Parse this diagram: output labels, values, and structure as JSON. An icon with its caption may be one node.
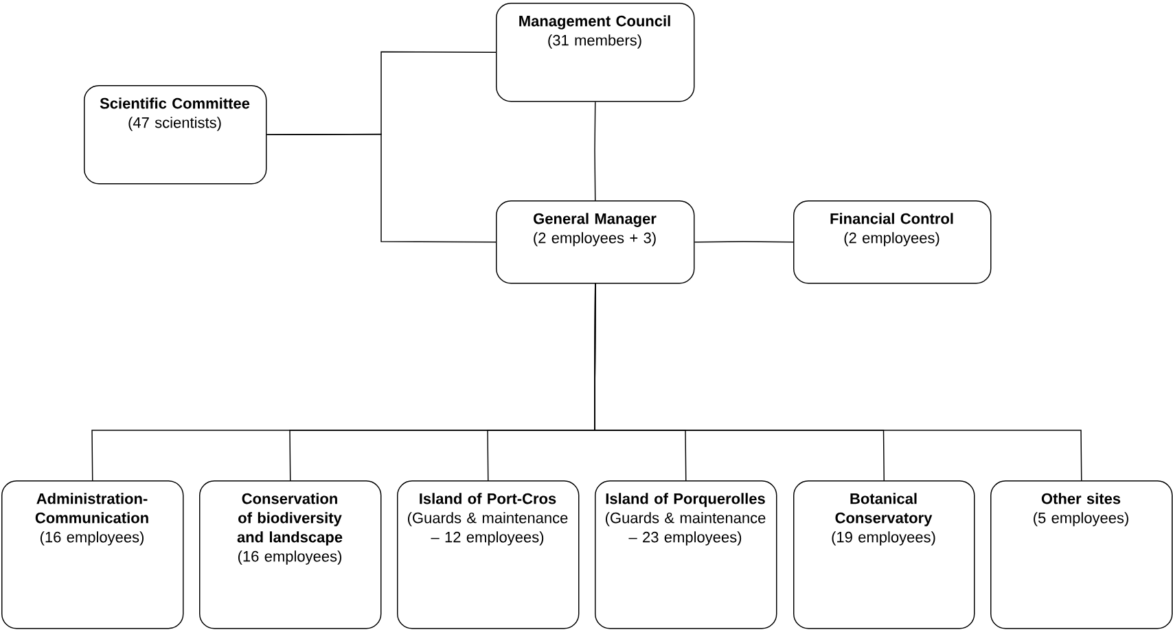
{
  "diagram": {
    "nodes": [
      {
        "text": [
          "Management Council",
          "(31 members)"
        ]
      },
      {
        "text": [
          "Scientific Committee",
          "(47 scientists)"
        ]
      },
      {
        "text": [
          "General Manager",
          "(2 employees + 3)"
        ]
      },
      {
        "text": [
          "Financial Control",
          "(2 employees)"
        ]
      },
      {
        "text": [
          "Administration-Communication",
          "(16 employees)"
        ]
      },
      {
        "text": [
          "Conservation of biodiversity and landscape",
          "(16 employees)"
        ]
      },
      {
        "text": [
          "Island of Port-Cros",
          "(Guards & maintenance – 12 employees)"
        ]
      },
      {
        "text": [
          "Island of Porquerolles",
          "(Guards & maintenance – 23 employees)"
        ]
      },
      {
        "text": [
          "Botanical Conservatory",
          "(19 employees)"
        ]
      },
      {
        "text": [
          "Other sites",
          "(5 employees)"
        ]
      }
    ],
    "edges": [
      {
        "from": 0,
        "to": 2,
        "arrow": "none"
      },
      {
        "from": 1,
        "to": 0,
        "arrow": "none"
      },
      {
        "from": 1,
        "to": 2,
        "arrow": "none"
      },
      {
        "from": 2,
        "to": 3,
        "arrow": "none"
      },
      {
        "from": 2,
        "to": 4,
        "arrow": "none"
      },
      {
        "from": 2,
        "to": 5,
        "arrow": "none"
      },
      {
        "from": 2,
        "to": 6,
        "arrow": "none"
      },
      {
        "from": 2,
        "to": 7,
        "arrow": "none"
      },
      {
        "from": 2,
        "to": 8,
        "arrow": "none"
      },
      {
        "from": 2,
        "to": 9,
        "arrow": "none"
      }
    ]
  }
}
